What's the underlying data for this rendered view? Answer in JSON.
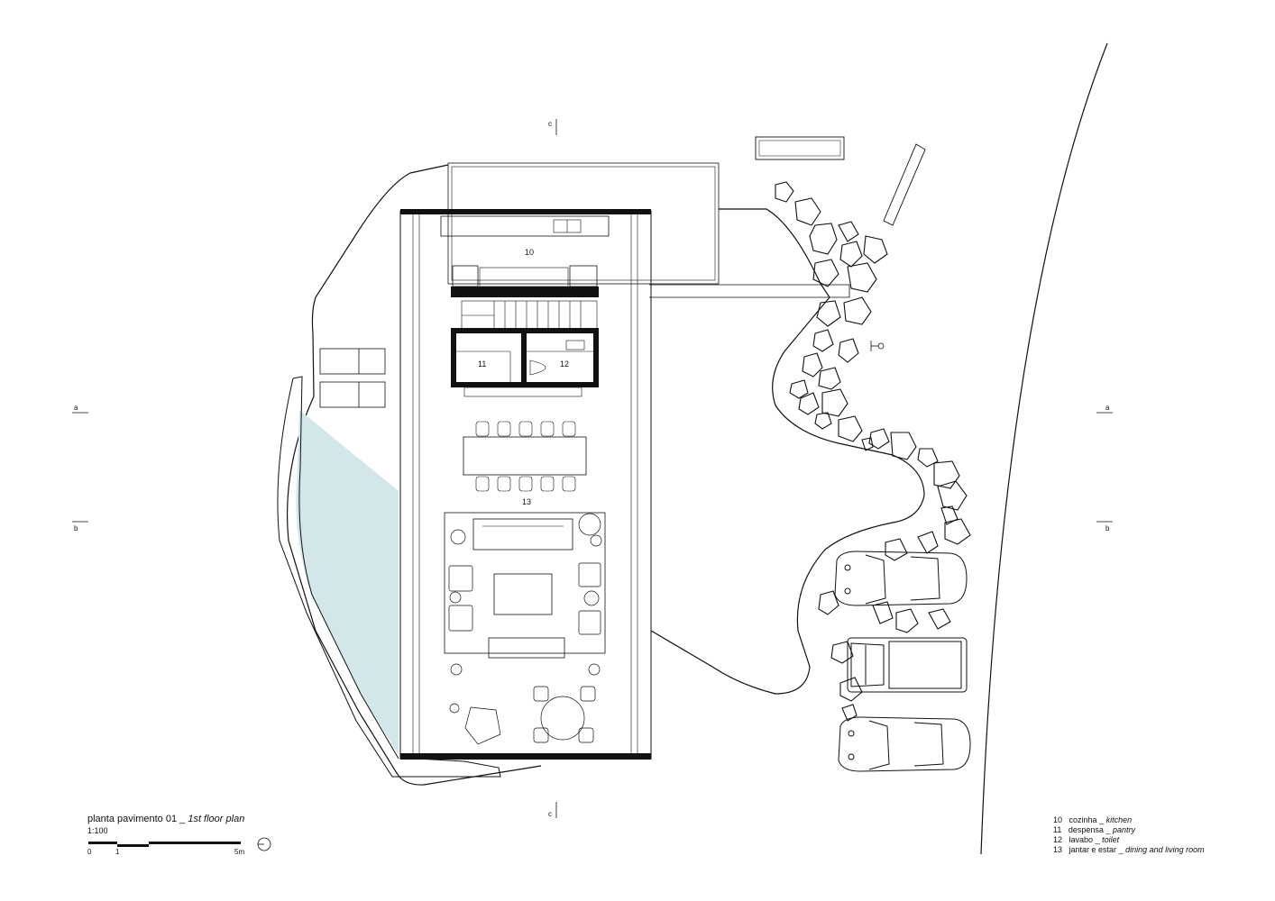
{
  "caption": {
    "title_pt": "planta pavimento 01",
    "separator": "_",
    "title_en": "1st floor plan",
    "scale": "1:100",
    "scale_bar_labels": [
      "0",
      "1",
      "5m"
    ]
  },
  "rooms": {
    "r10": "10",
    "r11": "11",
    "r12": "12",
    "r13": "13"
  },
  "section_marks": {
    "a": "a",
    "b": "b",
    "c": "c"
  },
  "legend": [
    {
      "num": "10",
      "pt": "cozinha",
      "sep": "_",
      "en": "kitchen"
    },
    {
      "num": "11",
      "pt": "despensa",
      "sep": "_",
      "en": "pantry"
    },
    {
      "num": "12",
      "pt": "lavabo",
      "sep": "_",
      "en": "toilet"
    },
    {
      "num": "13",
      "pt": "jantar e estar",
      "sep": "_",
      "en": "dining and living room"
    }
  ],
  "colors": {
    "pool": "#d3e6ea",
    "line": "#111111"
  }
}
